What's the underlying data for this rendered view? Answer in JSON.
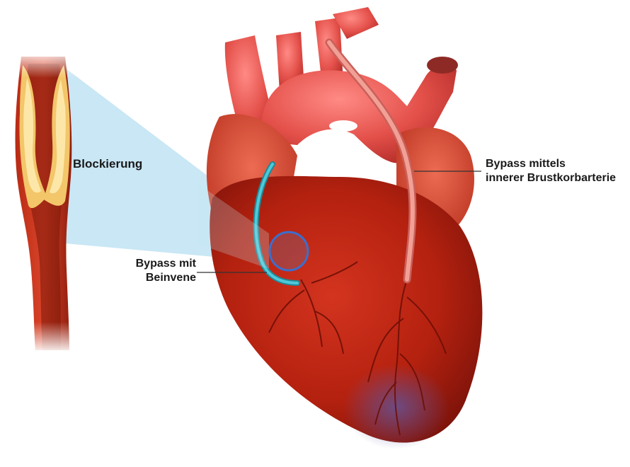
{
  "labels": {
    "blockage": "Blockierung",
    "vein_bypass_line1": "Bypass mit",
    "vein_bypass_line2": "Beinvene",
    "artery_bypass_line1": "Bypass mittels",
    "artery_bypass_line2": "innerer Brustkorbarterie"
  },
  "colors": {
    "zoom_wedge": "#bfe3f3",
    "vein_graft": "#2aa7b8",
    "artery_graft": "#e8877d",
    "vessel_wall": "#a52512",
    "plaque": "#f3c66a",
    "heart_main": "#b3200f",
    "heart_highlight": "#e4504a",
    "circle_outline": "#3a6fcf"
  }
}
